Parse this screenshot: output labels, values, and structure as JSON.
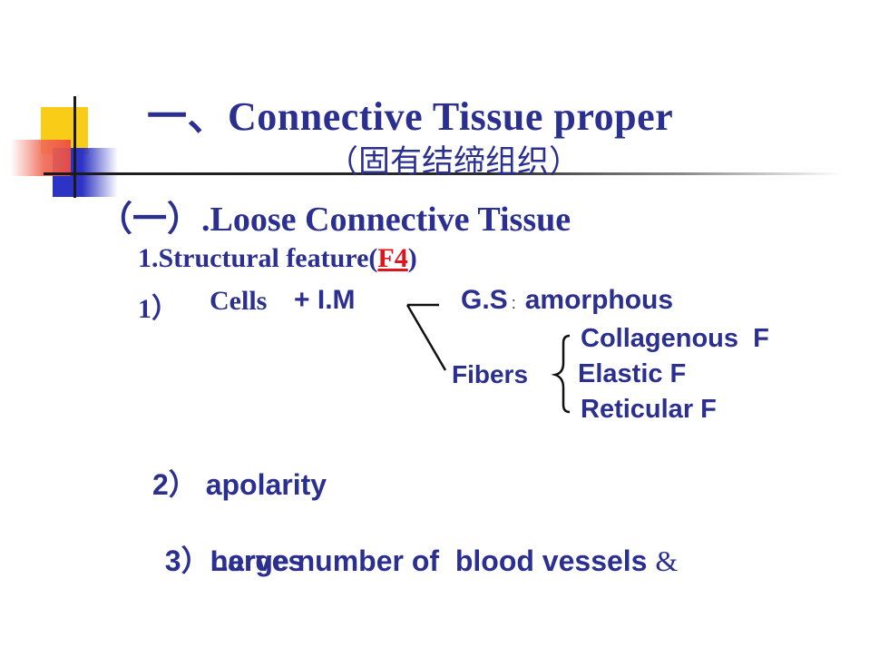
{
  "title": {
    "line1": "一、Connective Tissue proper",
    "line2": "（固有结缔组织）"
  },
  "subtitle": "（一）.Loose Connective Tissue",
  "section": {
    "heading_prefix": "1.Structural feature(",
    "heading_link": "F4",
    "heading_suffix": ")",
    "item1_number": "1）",
    "item1_cells": "Cells",
    "item1_plus": "+ I.M",
    "gs_label": "G.S",
    "gs_sep": ":",
    "gs_value": "amorphous",
    "fibers_label": "Fibers",
    "fiber_types": [
      "Collagenous  F",
      "Elastic F",
      "Reticular F"
    ],
    "item2": "2） apolarity",
    "item3_line1": "3）Large number of  blood vessels ",
    "item3_amp": "&",
    "item3_line2": "nerves"
  },
  "colors": {
    "text": "#2b2f8f",
    "link": "#e0151b",
    "deco_yellow": "#f8cc17",
    "deco_red": "#f06a56",
    "deco_blue": "#2d33c4"
  }
}
